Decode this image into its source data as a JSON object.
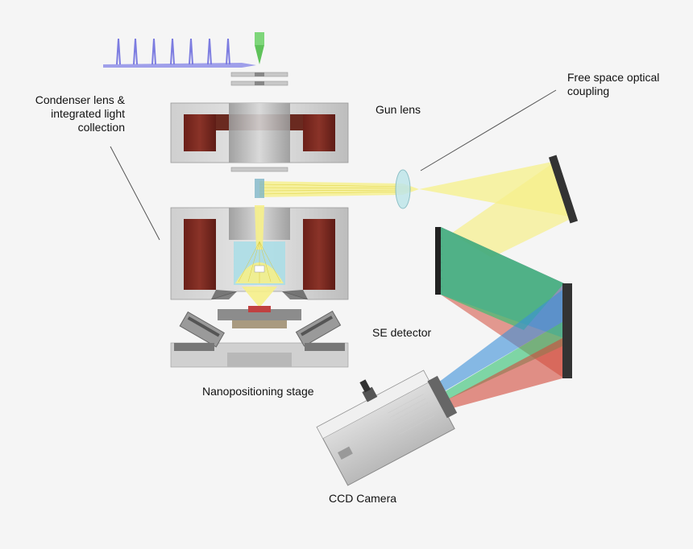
{
  "labels": {
    "condenser": "Condenser lens &\nintegrated light\ncollection",
    "gun_lens": "Gun lens",
    "free_space": "Free space optical\ncoupling",
    "se_detector": "SE detector",
    "nanopositioning": "Nanopositioning stage",
    "ccd_camera": "CCD Camera"
  },
  "colors": {
    "background": "#f5f5f5",
    "coil": "#7a2a22",
    "light_beam": "#f6f08a",
    "emitter_tip": "#7ed67a",
    "spike_train": "#7c7ce0",
    "diffraction_green": "#2fc070",
    "diffraction_blue": "#3a8fd8",
    "diffraction_red": "#d24a3a",
    "mirror": "#333333"
  },
  "icons": [
    "electron-emitter-tip-icon",
    "optical-lens-icon",
    "grating-icon",
    "mirror-icon",
    "ccd-camera-icon"
  ]
}
